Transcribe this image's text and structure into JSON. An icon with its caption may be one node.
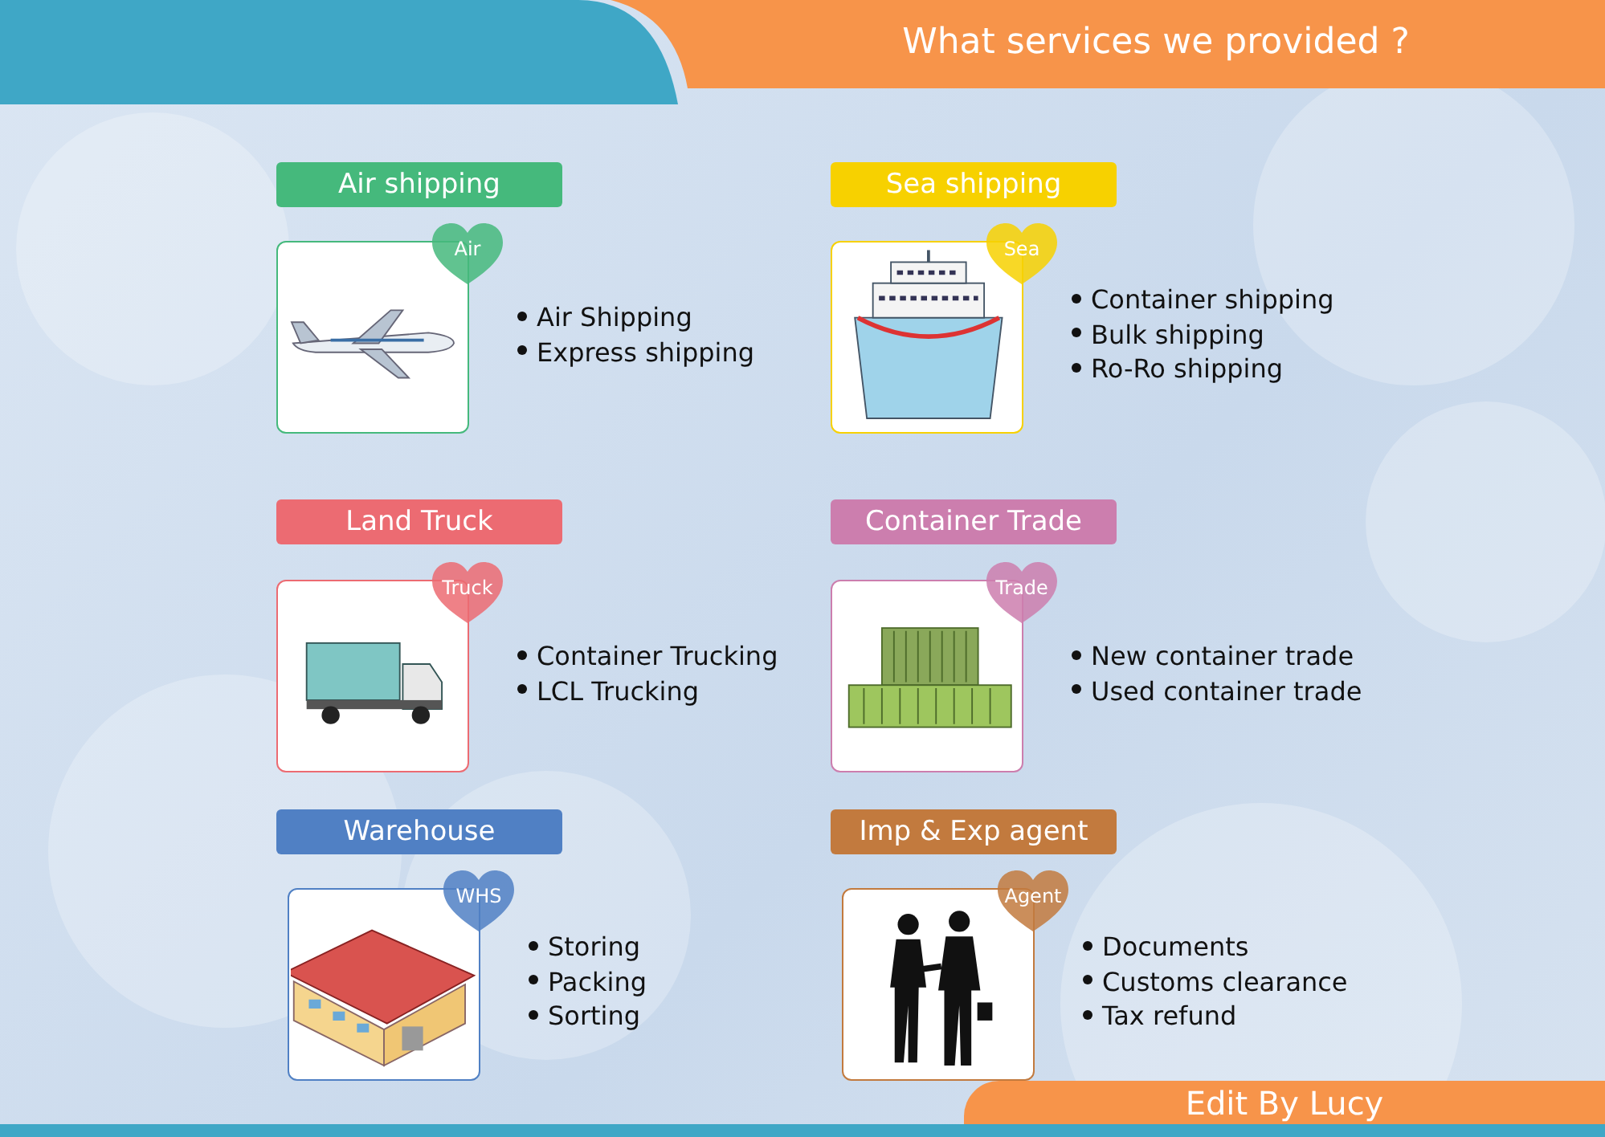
{
  "diagram": {
    "title": "What services we provided ?",
    "caption": "Edit By Lucy",
    "nodes": [
      {
        "text": [
          "Air shipping"
        ],
        "beside": [
          "Air Shipping",
          "Express shipping"
        ]
      },
      {
        "text": [
          "Air"
        ]
      },
      {
        "text": [
          "Sea shipping"
        ],
        "beside": [
          "Container shipping",
          "Bulk shipping",
          "Ro-Ro shipping"
        ]
      },
      {
        "text": [
          "Sea"
        ]
      },
      {
        "text": [
          "Land Truck"
        ],
        "beside": [
          "Container Trucking",
          "LCL Trucking"
        ]
      },
      {
        "text": [
          "Truck"
        ]
      },
      {
        "text": [
          "Container Trade"
        ],
        "beside": [
          "New container trade",
          "Used container trade"
        ]
      },
      {
        "text": [
          "Trade"
        ]
      },
      {
        "text": [
          "Warehouse"
        ],
        "beside": [
          "Storing",
          "Packing",
          "Sorting"
        ]
      },
      {
        "text": [
          "WHS"
        ]
      },
      {
        "text": [
          "Imp & Exp agent"
        ],
        "beside": [
          "Documents",
          "Customs clearance",
          "Tax refund"
        ]
      },
      {
        "text": [
          "Agent"
        ]
      }
    ],
    "edges": []
  }
}
